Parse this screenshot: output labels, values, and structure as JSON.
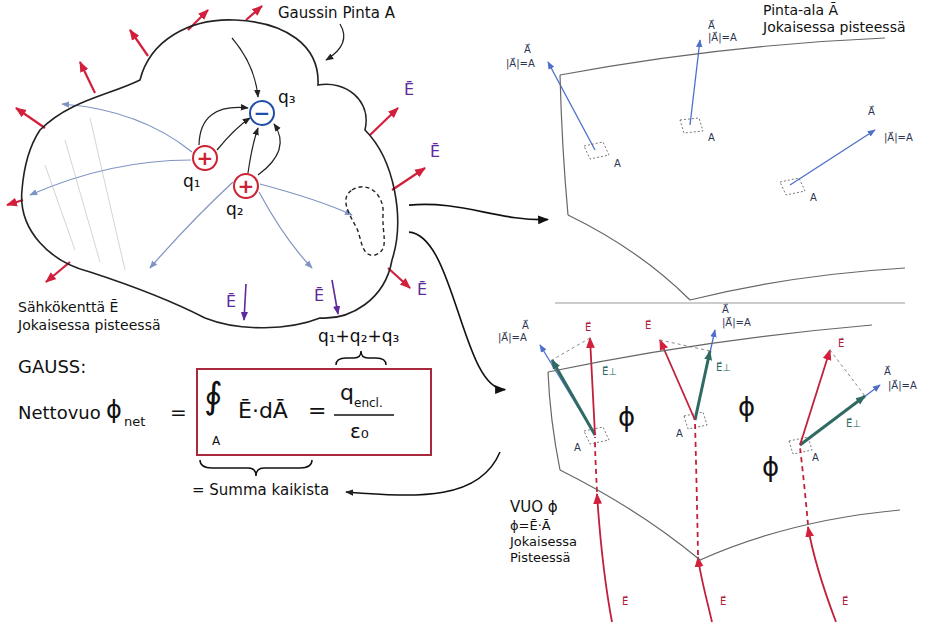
{
  "diagram": {
    "nodes": [
      {
        "text": [
          "Gaussin Pinta A"
        ]
      },
      {
        "text": [
          "+",
          "q₁"
        ],
        "in": 0
      },
      {
        "text": [
          "+",
          "q₂"
        ],
        "in": 0
      },
      {
        "text": [
          "−",
          "q₃"
        ],
        "in": 0
      },
      {
        "text": [
          "Pinta-ala Ā Jokaisessa pisteessä"
        ]
      },
      {
        "text": [
          "∮",
          "A",
          "Ē·dĀ",
          "=",
          "q",
          "encl.",
          "ε₀"
        ]
      },
      {
        "text": [
          "VUO ϕ",
          "ϕ=Ē·Ā Jokaisessa Pisteessä"
        ]
      }
    ],
    "edges": [
      {
        "from": 0,
        "to": 4,
        "arrow": "to"
      },
      {
        "from": 0,
        "to": 6,
        "arrow": "to"
      }
    ],
    "labels": [
      "Sähkökenttä Ē Jokaisessa pisteessä",
      "Ē",
      "Ē",
      "Ē",
      "Ē",
      "Ē",
      "GAUSS:",
      "Nettovuo",
      "ϕ",
      "net",
      "=",
      "q₁+q₂+q₃",
      "= Summa kaikista",
      "A⃗",
      "|A⃗|=A",
      "A",
      "A⃗",
      "|A⃗|=A",
      "A",
      "A⃗",
      "|A⃗|=A",
      "A",
      "E⃗",
      "A⃗",
      "|A⃗|=A",
      "E⃗⊥",
      "A",
      "E⃗",
      "A⃗",
      "|A⃗|=A",
      "E⃗⊥",
      "A",
      "E⃗",
      "A⃗",
      "|A⃗|=A",
      "E⃗⊥",
      "A",
      "ϕ",
      "ϕ",
      "ϕ",
      "E⃗",
      "E⃗",
      "E⃗"
    ]
  }
}
